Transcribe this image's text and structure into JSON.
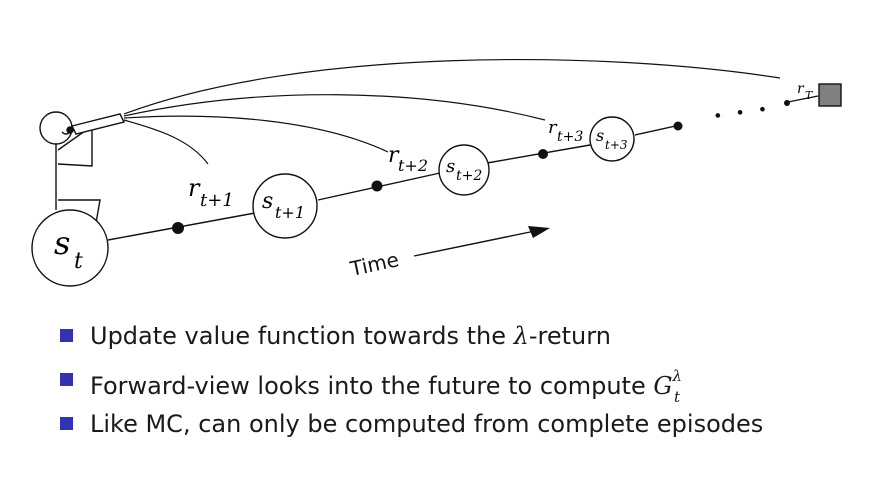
{
  "diagram": {
    "states": [
      {
        "letter": "s",
        "sub": "t"
      },
      {
        "letter": "s",
        "sub": "t+1"
      },
      {
        "letter": "s",
        "sub": "t+2"
      },
      {
        "letter": "s",
        "sub": "t+3"
      }
    ],
    "rewards": [
      {
        "letter": "r",
        "sub": "t+1"
      },
      {
        "letter": "r",
        "sub": "t+2"
      },
      {
        "letter": "r",
        "sub": "t+3"
      },
      {
        "letter": "r",
        "sub": "T"
      }
    ],
    "time_label": "Time",
    "ellipsis": "• • •"
  },
  "bullets": [
    {
      "pre": "Update value function towards the ",
      "sym": "λ",
      "post": "-return"
    },
    {
      "pre": "Forward-view looks into the future to compute ",
      "g": "G",
      "g_sub": "t",
      "g_sup": "λ"
    },
    {
      "pre": "Like MC, can only be computed from complete episodes"
    }
  ],
  "colors": {
    "bullet": "#3333b2",
    "terminal": "#808080",
    "ink": "#111111"
  }
}
